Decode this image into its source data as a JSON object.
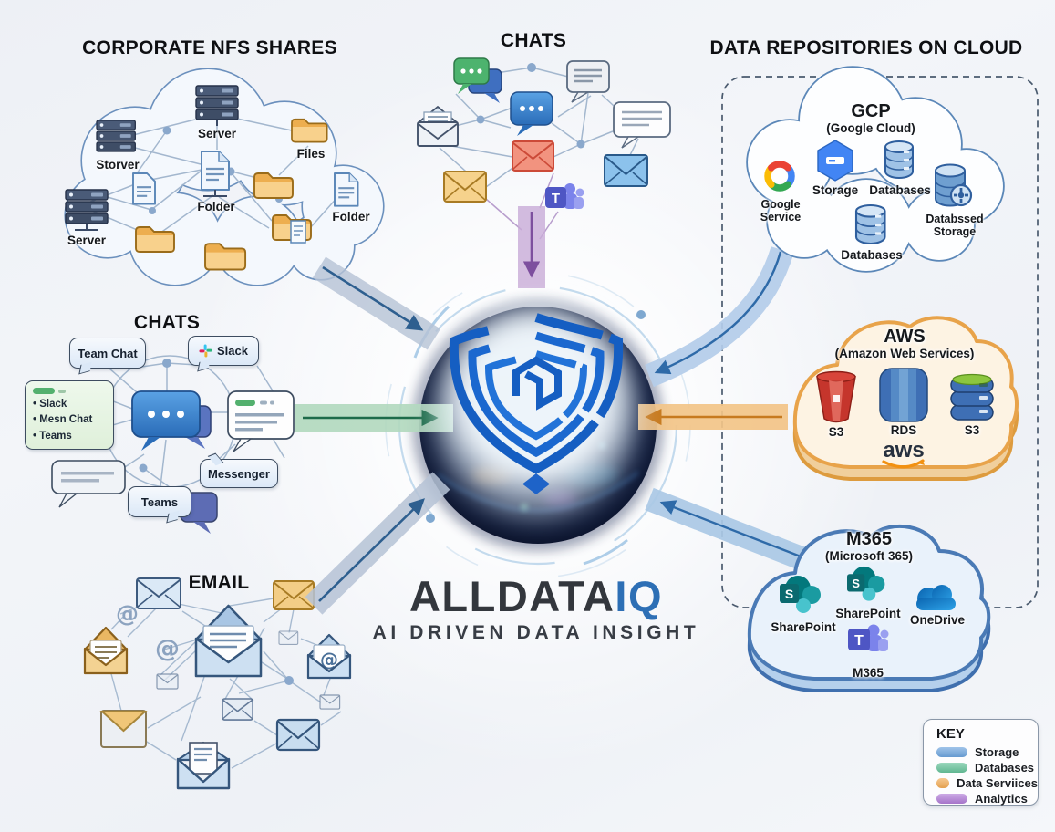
{
  "titles": {
    "nfs_shares": "CORPORATE NFS SHARES",
    "chats_top": "CHATS",
    "data_repositories": "DATA REPOSITORIES ON CLOUD",
    "chats_left": "CHATS",
    "email": "EMAIL"
  },
  "logo": {
    "brand_primary": "ALLDATA",
    "brand_accent": "IQ",
    "tagline": "AI DRIVEN DATA INSIGHT",
    "accent_color": "#2d6fb5"
  },
  "nfs_cloud": {
    "labels": {
      "server_top": "Server",
      "storver": "Storver",
      "server_left": "Server",
      "files": "Files",
      "folder_center": "Folder",
      "folder_right": "Folder"
    },
    "icons": [
      "server-icon",
      "server-icon",
      "server-icon",
      "document-icon",
      "document-icon",
      "document-icon",
      "folder-icon",
      "folder-icon",
      "folder-icon",
      "folder-icon",
      "folder-document-icon"
    ]
  },
  "chats_top_cluster": {
    "icons": [
      "chat-bubble-pair-icon",
      "speech-bubble-icon",
      "chat-dots-bubble-icon",
      "speech-lines-bubble-icon",
      "open-envelope-icon",
      "envelope-red-icon",
      "envelope-yellow-icon",
      "envelope-blue-icon",
      "teams-icon"
    ]
  },
  "chats_left_cluster": {
    "bubbles": {
      "team_chat": "Team Chat",
      "slack": "Slack",
      "messenger": "Messenger",
      "teams": "Teams"
    },
    "list_box": [
      "• Slack",
      "• Mesn Chat",
      "• Teams"
    ],
    "icons": [
      "slack-icon",
      "chat-dots-bubble-icon",
      "reply-bubble-icon",
      "speech-lines-bubble-icon"
    ]
  },
  "email_cluster": {
    "at_sign": "@",
    "icons": [
      "envelope-icon",
      "open-envelope-letter-icon",
      "open-envelope-at-icon",
      "open-envelope-document-icon",
      "at-sign-icon"
    ]
  },
  "gcp": {
    "title": "GCP",
    "subtitle": "(Google Cloud)",
    "items": [
      {
        "label": "Google Service",
        "icon": "google-cloud-icon"
      },
      {
        "label": "Storage",
        "icon": "gcp-storage-icon"
      },
      {
        "label": "Databases",
        "icon": "database-icon"
      },
      {
        "label": "Databases",
        "icon": "database-icon"
      },
      {
        "label": "Databssed Storage",
        "icon": "database-gear-icon"
      }
    ]
  },
  "aws": {
    "title": "AWS",
    "subtitle": "(Amazon Web Services)",
    "items": [
      {
        "label": "S3",
        "icon": "s3-bucket-icon"
      },
      {
        "label": "RDS",
        "icon": "rds-cylinder-icon"
      },
      {
        "label": "S3",
        "icon": "database-stack-icon"
      }
    ],
    "logo_text": "aws"
  },
  "m365": {
    "title": "M365",
    "subtitle": "(Microsoft 365)",
    "items": [
      {
        "label": "SharePoint",
        "icon": "sharepoint-icon"
      },
      {
        "label": "SharePoint",
        "icon": "sharepoint-icon"
      },
      {
        "label": "OneDrive",
        "icon": "onedrive-icon"
      },
      {
        "label": "M365",
        "icon": "teams-icon"
      }
    ],
    "sharepoint_letter": "S",
    "teams_letter": "T"
  },
  "key": {
    "title": "KEY",
    "items": [
      {
        "label": "Storage",
        "color": "#6da4dd"
      },
      {
        "label": "Databases",
        "color": "#66c29a"
      },
      {
        "label": "Data Serviices",
        "color": "#f2ab55"
      },
      {
        "label": "Analytics",
        "color": "#b07cd6"
      }
    ]
  },
  "arrows": [
    {
      "from": "nfs-shares",
      "to": "center",
      "color": "#b6c3d6"
    },
    {
      "from": "chats-top",
      "to": "center",
      "color": "#c9acd8"
    },
    {
      "from": "chats-left",
      "to": "center",
      "color": "#b2d9be"
    },
    {
      "from": "email",
      "to": "center",
      "color": "#b6c3d6"
    },
    {
      "from": "gcp",
      "to": "center",
      "color": "#b3cce9"
    },
    {
      "from": "aws",
      "to": "center",
      "color": "#f3c588"
    },
    {
      "from": "m365",
      "to": "center",
      "color": "#abc9e6"
    }
  ]
}
